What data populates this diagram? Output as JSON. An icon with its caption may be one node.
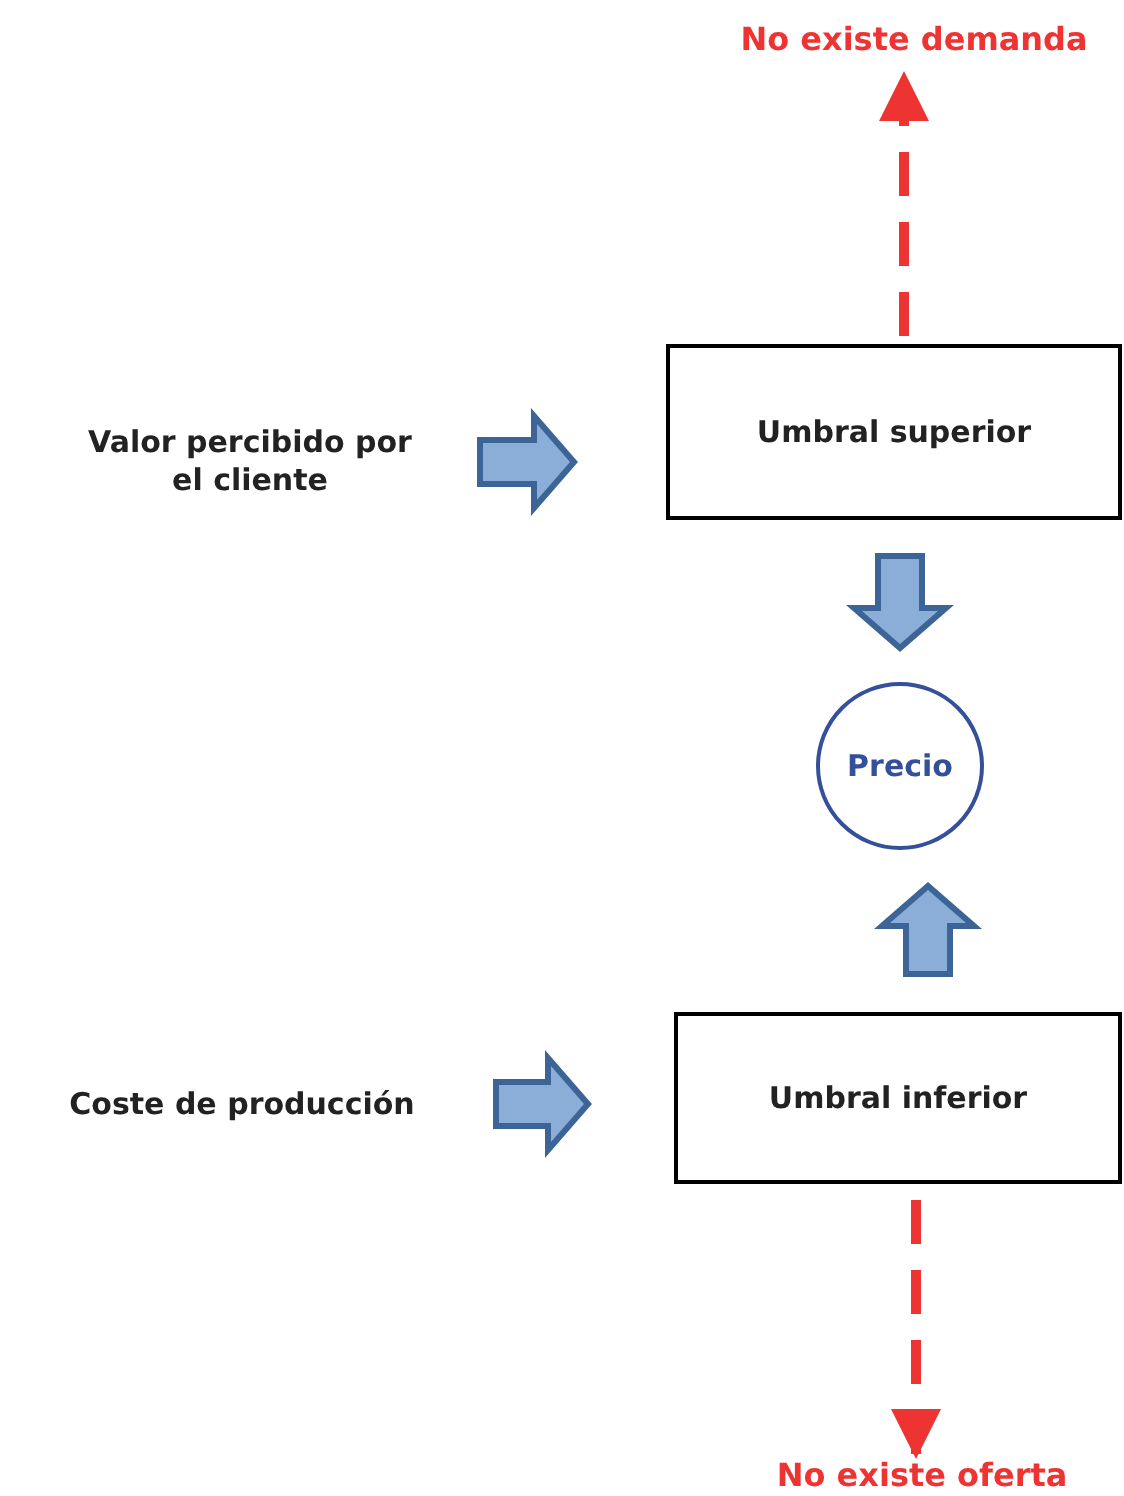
{
  "diagram": {
    "nodes": [
      {
        "text": [
          "No existe demanda"
        ]
      },
      {
        "text": [
          "Valor percibido por el cliente"
        ]
      },
      {
        "text": [
          "Umbral superior"
        ]
      },
      {
        "text": [
          "Precio"
        ]
      },
      {
        "text": [
          "Coste de producción"
        ]
      },
      {
        "text": [
          "Umbral inferior"
        ]
      },
      {
        "text": [
          "No existe oferta"
        ]
      }
    ],
    "edges": [
      {
        "from": 2,
        "to": 0,
        "arrow": "to",
        "style": "dashed",
        "color": "#ee3333"
      },
      {
        "from": 1,
        "to": 2,
        "arrow": "to"
      },
      {
        "from": 2,
        "to": 3,
        "arrow": "to"
      },
      {
        "from": 5,
        "to": 3,
        "arrow": "to"
      },
      {
        "from": 4,
        "to": 5,
        "arrow": "to"
      },
      {
        "from": 5,
        "to": 6,
        "arrow": "to",
        "style": "dashed",
        "color": "#ee3333"
      }
    ]
  }
}
